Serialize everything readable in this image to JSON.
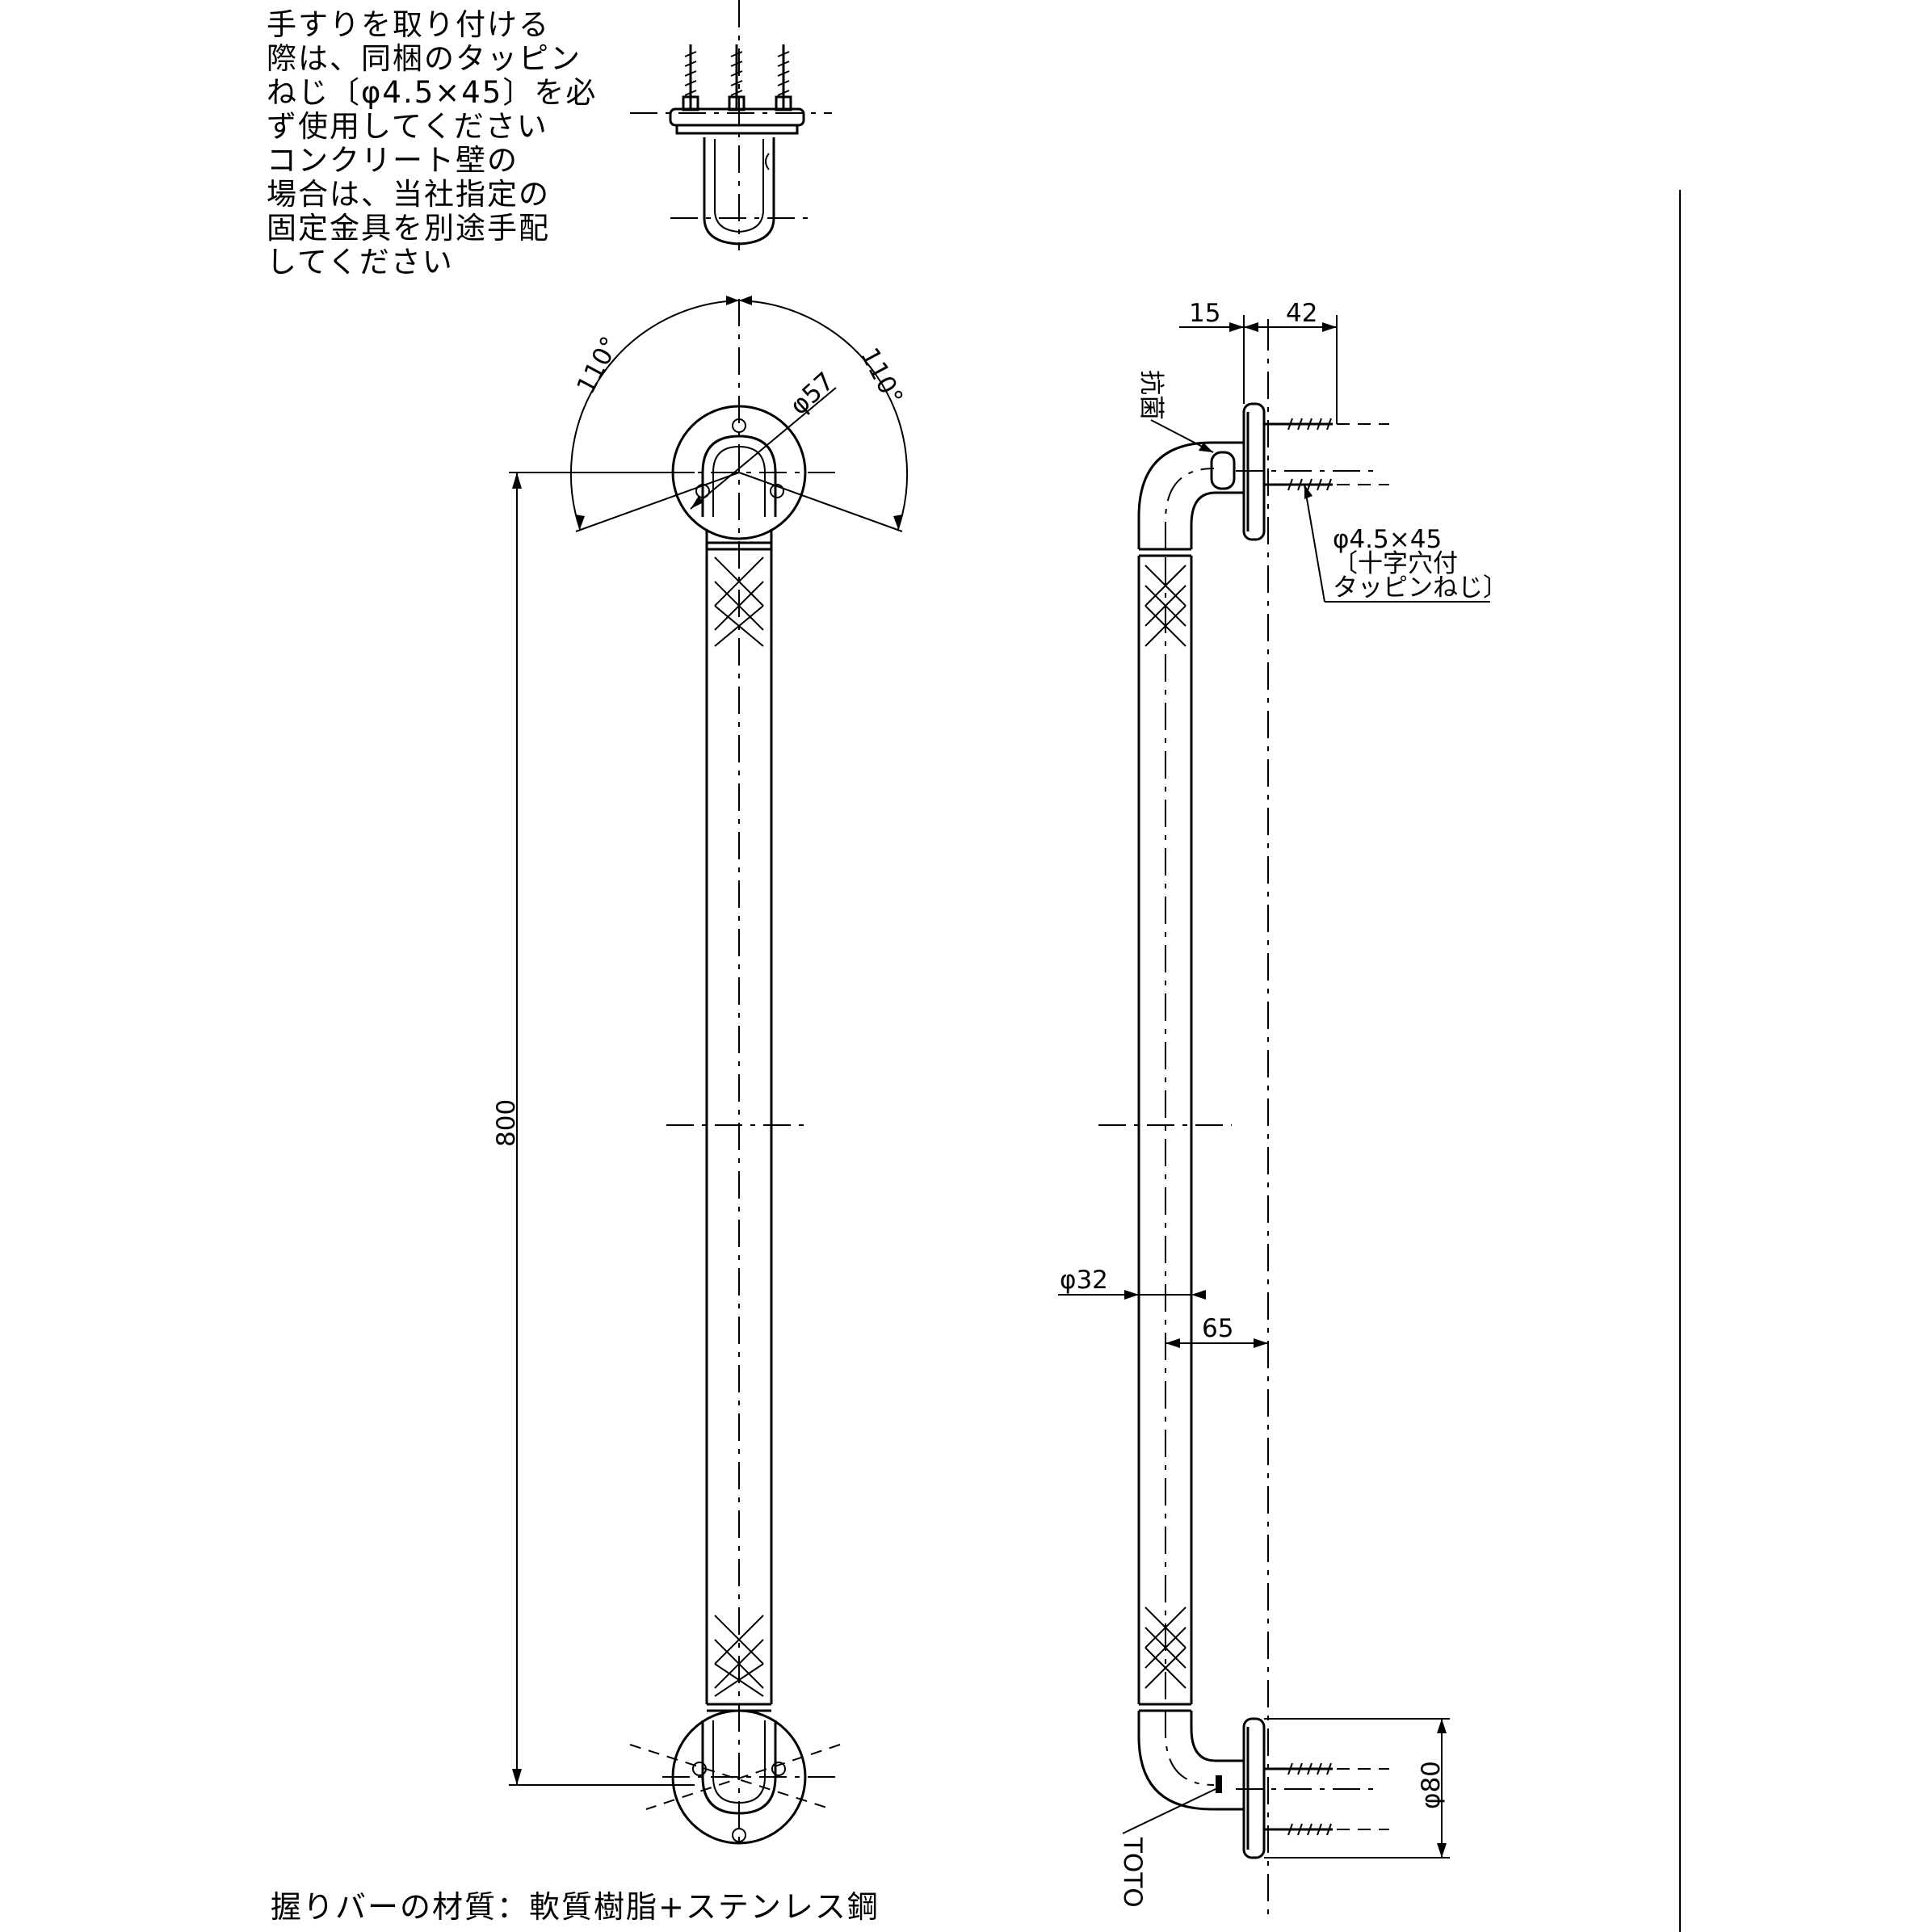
{
  "note": {
    "lines": [
      "手すりを取り付ける",
      "際は、同梱のタッピン",
      "ねじ〔φ4.5×45〕を必",
      "ず使用してください",
      "コンクリート壁の",
      "場合は、当社指定の",
      "固定金具を別途手配",
      "してください"
    ]
  },
  "material": "握りバーの材質：軟質樹脂+ステンレス鋼",
  "front_view": {
    "angle_left": "110°",
    "angle_right": "110°",
    "flange_diameter": "φ57",
    "length": "800"
  },
  "side_view": {
    "dim_15": "15",
    "dim_42": "42",
    "antibacterial": "抗菌",
    "screw_line1": "φ4.5×45",
    "screw_line2": "〔十字穴付",
    "screw_line3": "タッピンねじ〕",
    "bar_diameter": "φ32",
    "offset": "65",
    "flange_height": "φ80",
    "brand": "TOTO"
  }
}
